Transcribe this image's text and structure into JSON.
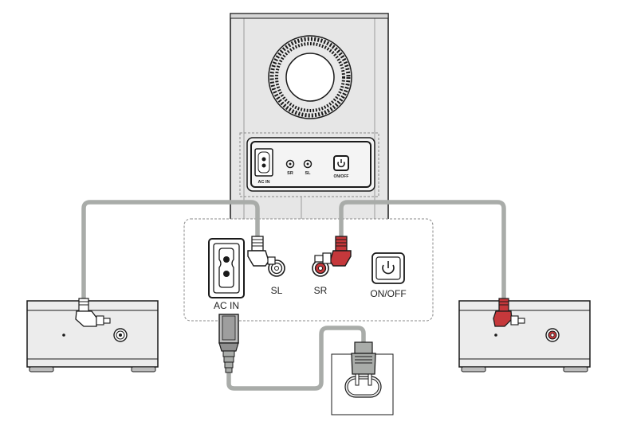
{
  "panel_zoom": {
    "ac_in": "AC IN",
    "sl": "SL",
    "sr": "SR",
    "on_off": "ON/OFF"
  },
  "panel_small": {
    "ac_in": "AC IN",
    "sr": "SR",
    "sl": "SL",
    "on_off": "ON/OFF"
  },
  "colors": {
    "cable": "#a9aca9",
    "red_plug": "#c5383b",
    "device_body": "#ececec",
    "outline": "#1a1a1a"
  },
  "icons": [
    "power-icon",
    "ac-inlet-icon",
    "rca-jack-icon",
    "wall-outlet-icon",
    "subwoofer-grille-icon"
  ]
}
